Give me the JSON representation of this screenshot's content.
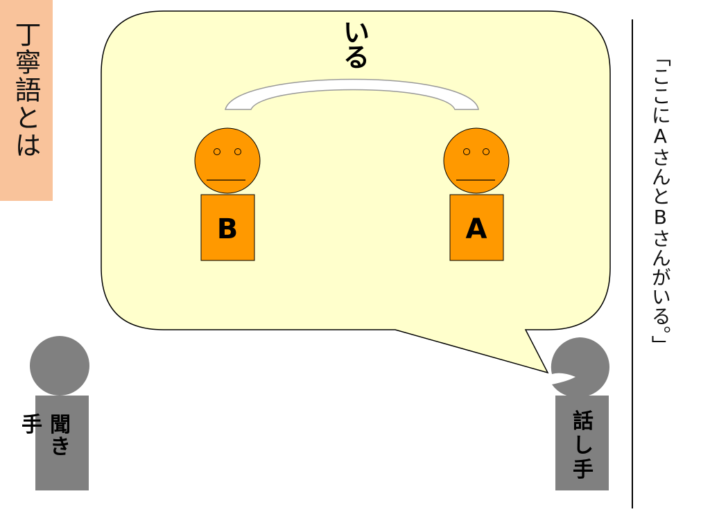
{
  "title": "丁寧語とは",
  "quote": "「ここにAさんとBさんがいる。」",
  "bubble_word": "いる",
  "persons": {
    "b_label": "B",
    "a_label": "A"
  },
  "listener": {
    "label_top": "聞",
    "label_bottom": "き",
    "label_side": "手"
  },
  "speaker": {
    "label_top": "話",
    "label_mid": "し",
    "label_bottom": "手"
  },
  "colors": {
    "title_bg": "#f9c39b",
    "bubble_fill": "#ffffcc",
    "figure_orange": "#ff9900",
    "figure_gray": "#808080"
  }
}
